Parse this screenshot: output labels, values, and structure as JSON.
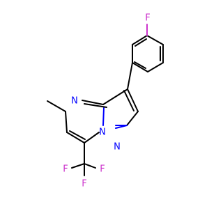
{
  "molecule": {
    "atoms": [
      {
        "label": "F",
        "color": "#cc33cc"
      },
      {
        "label": "N",
        "color": "#0000ff"
      },
      {
        "label": "N",
        "color": "#0000ff"
      },
      {
        "label": "N",
        "color": "#0000ff"
      },
      {
        "label": "F",
        "color": "#cc33cc"
      },
      {
        "label": "F",
        "color": "#cc33cc"
      },
      {
        "label": "F",
        "color": "#cc33cc"
      }
    ]
  }
}
